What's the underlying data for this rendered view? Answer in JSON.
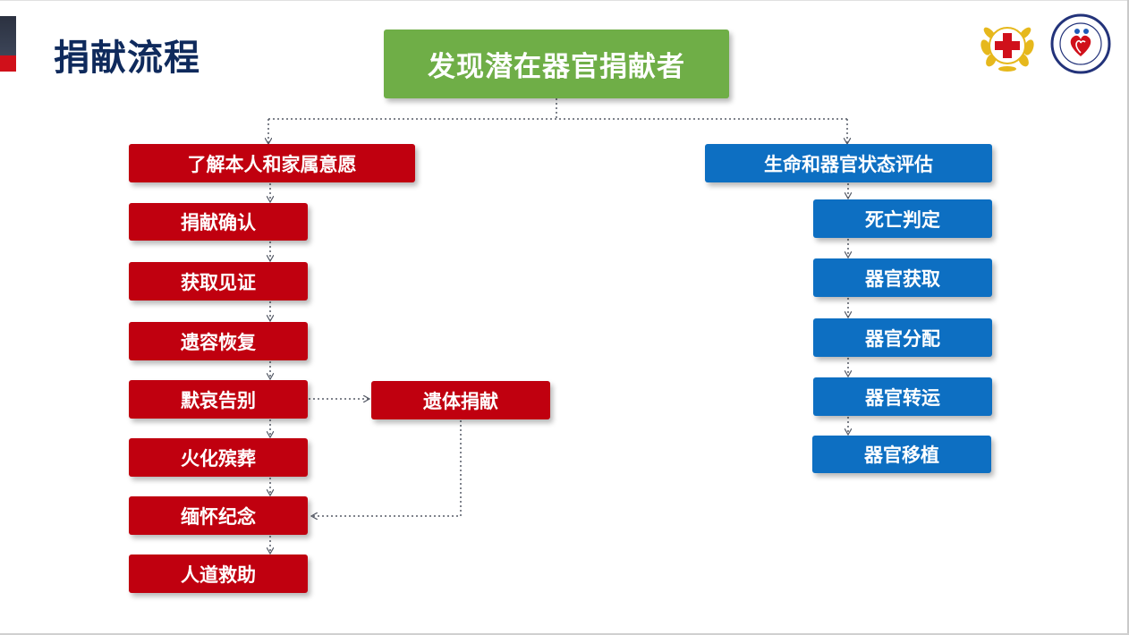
{
  "title": "捐献流程",
  "root": "发现潜在器官捐献者",
  "left_branch": [
    "了解本人和家属意愿",
    "捐献确认",
    "获取见证",
    "遗容恢复",
    "默哀告别",
    "火化殡葬",
    "缅怀纪念",
    "人道救助"
  ],
  "side_node": "遗体捐献",
  "right_branch": [
    "生命和器官状态评估",
    "死亡判定",
    "器官获取",
    "器官分配",
    "器官转运",
    "器官移植"
  ],
  "colors": {
    "title": "#0f2a5c",
    "root": "#6fae47",
    "left_nodes": "#c0000f",
    "right_nodes": "#0d6fc2",
    "connector": "#555a66"
  },
  "logos": [
    "red-cross-emblem-logo",
    "organ-donation-center-logo"
  ]
}
